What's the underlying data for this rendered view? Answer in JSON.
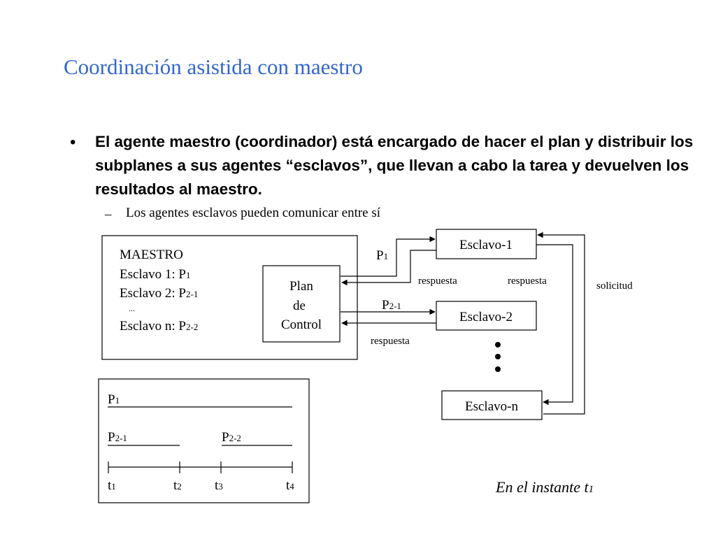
{
  "title": "Coordinación asistida con maestro",
  "bullet": {
    "text": "El agente maestro (coordinador) está encargado de hacer el plan y distribuir los subplanes a sus agentes “esclavos”, que llevan a cabo la tarea y devuelven los resultados al maestro.",
    "sub": "Los agentes esclavos pueden comunicar entre sí"
  },
  "maestro_box": {
    "title": "MAESTRO",
    "line1_prefix": "Esclavo 1: P",
    "line1_sub": "1",
    "line2_prefix": "Esclavo 2: P",
    "line2_sub": "2-1",
    "ellipsis": "...",
    "line3_prefix": "Esclavo n: P",
    "line3_sub": "2-2"
  },
  "plan_box": {
    "line1": "Plan",
    "line2": "de",
    "line3": "Control"
  },
  "slaves": {
    "s1": "Esclavo-1",
    "s2": "Esclavo-2",
    "sn": "Esclavo-n"
  },
  "arrows": {
    "p1_main": "P",
    "p1_sub": "1",
    "p21_main": "P",
    "p21_sub": "2-1",
    "respuesta_a": "respuesta",
    "respuesta_b": "respuesta",
    "respuesta_c": "respuesta",
    "solicitud": "solicitud"
  },
  "timeline": {
    "p1_main": "P",
    "p1_sub": "1",
    "p21_main": "P",
    "p21_sub": "2-1",
    "p22_main": "P",
    "p22_sub": "2-2",
    "t1_main": "t",
    "t1_sub": "1",
    "t2_main": "t",
    "t2_sub": "2",
    "t3_main": "t",
    "t3_sub": "3",
    "t4_main": "t",
    "t4_sub": "4"
  },
  "caption": {
    "main": "En el instante t",
    "sub": "1"
  }
}
